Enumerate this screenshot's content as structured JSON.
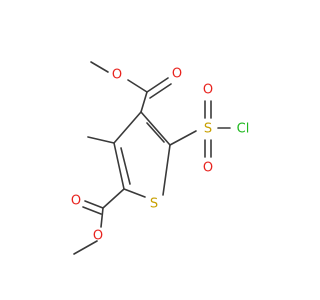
{
  "structure": {
    "atoms": {
      "ester1_o_carbonyl": "O",
      "ester1_o_single": "O",
      "ester2_o_carbonyl": "O",
      "ester2_o_single": "O",
      "sulfonyl_s": "S",
      "sulfonyl_o_top": "O",
      "sulfonyl_o_bottom": "O",
      "chlorine": "Cl",
      "ring_s": "S"
    },
    "colors": {
      "bond": "#3a3a3a",
      "oxygen": "#e8231e",
      "sulfur": "#c8a000",
      "chlorine": "#1fb81f"
    }
  }
}
